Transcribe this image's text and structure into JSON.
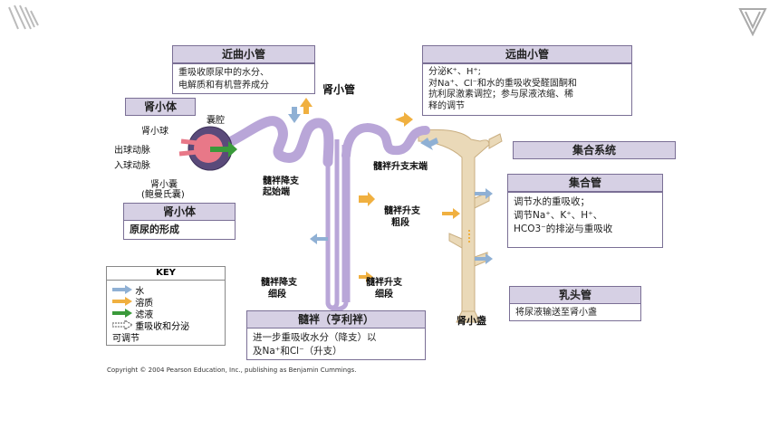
{
  "deco": {
    "left_mark": "stripes-logo-icon",
    "right_mark": "v-logo-icon"
  },
  "proximal": {
    "title": "近曲小管",
    "desc1": "重吸收原尿中的水分、",
    "desc2": "电解质和有机营养成分"
  },
  "tubule_label": "肾小管",
  "distal": {
    "title": "远曲小管",
    "desc1": "分泌K⁺、H⁺;",
    "desc2": "对Na⁺、Cl⁻和水的重吸收受醛固酮和",
    "desc3": "抗利尿激素调控；参与尿液浓缩、稀",
    "desc4": "释的调节"
  },
  "corpuscle_title": "肾小体",
  "labels": {
    "capsule_cavity": "囊腔",
    "glomerulus": "肾小球",
    "efferent": "出球动脉",
    "afferent": "入球动脉",
    "capsule1": "肾小囊",
    "capsule2": "(鲍曼氏囊)",
    "desc_limb1": "髓袢降支",
    "desc_limb2": "起始端",
    "asc_end": "髓袢升支末端",
    "asc_thick1": "髓袢升支",
    "asc_thick2": "粗段",
    "desc_thin1": "髓袢降支",
    "desc_thin2": "细段",
    "asc_thin1": "髓袢升支",
    "asc_thin2": "细段",
    "calyx": "肾小盏"
  },
  "corpuscle_box": {
    "title": "肾小体",
    "desc": "原尿的形成"
  },
  "collecting_system": "集合系统",
  "collecting_duct": {
    "title": "集合管",
    "desc1": "调节水的重吸收；",
    "desc2": "调节Na⁺、K⁺、H⁺、",
    "desc3": "HCO3⁻的排泌与重吸收"
  },
  "papillary": {
    "title": "乳头管",
    "desc": "将尿液输送至肾小盏"
  },
  "loop": {
    "title": "髓袢（亨利袢）",
    "desc1": "进一步重吸收水分（降支）以",
    "desc2": "及Na⁺和Cl⁻（升支）"
  },
  "key": {
    "title": "KEY",
    "water": "水",
    "solute": "溶质",
    "filtrate": "滤液",
    "regulated1": "重吸收和分泌",
    "regulated2": "可调节"
  },
  "colors": {
    "water": "#8fb0d4",
    "solute": "#f0b040",
    "filtrate": "#3a9a3a",
    "tubule": "#b9a6d8",
    "duct": "#ead9b8"
  },
  "copyright": "Copyright © 2004 Pearson Education, Inc., publishing as Benjamin Cummings."
}
